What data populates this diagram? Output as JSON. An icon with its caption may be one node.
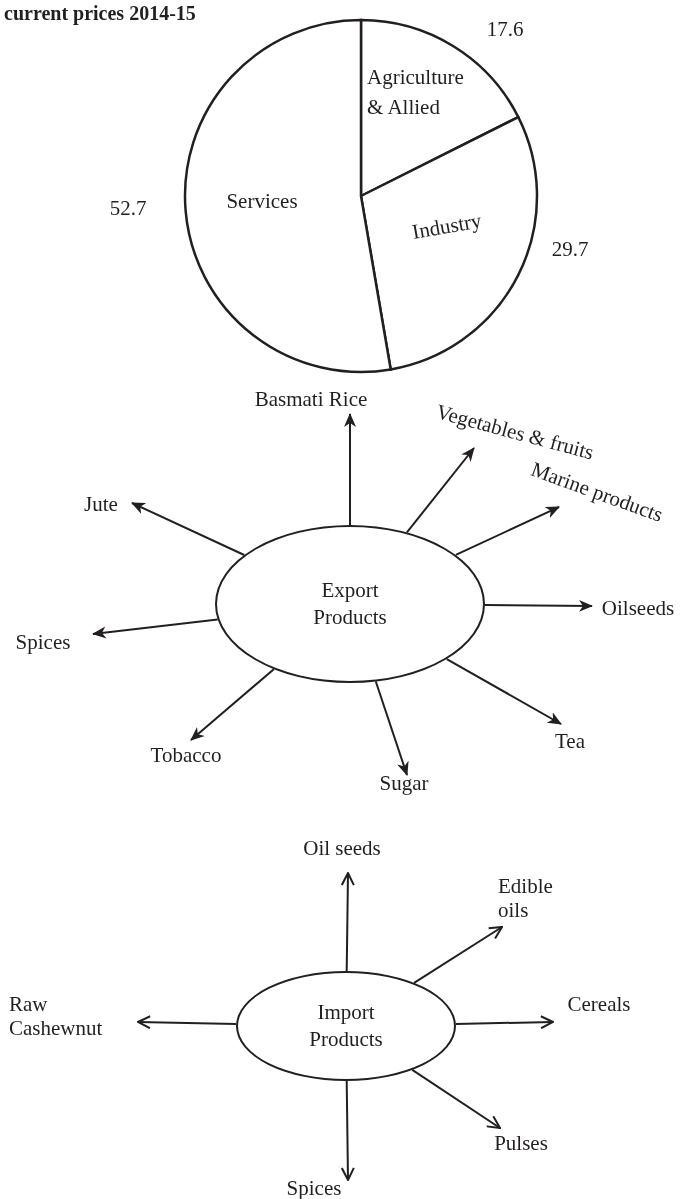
{
  "diagram": {
    "title": "current prices 2014-15",
    "nodes": [
      {
        "text": [
          "Export Products"
        ]
      },
      {
        "text": [
          "Basmati Rice"
        ]
      },
      {
        "text": [
          "Vegetables & fruits"
        ]
      },
      {
        "text": [
          "Marine products"
        ]
      },
      {
        "text": [
          "Oilseeds"
        ]
      },
      {
        "text": [
          "Tea"
        ]
      },
      {
        "text": [
          "Sugar"
        ]
      },
      {
        "text": [
          "Tobacco"
        ]
      },
      {
        "text": [
          "Spices"
        ]
      },
      {
        "text": [
          "Jute"
        ]
      },
      {
        "text": [
          "Import Products"
        ]
      },
      {
        "text": [
          "Oil seeds"
        ]
      },
      {
        "text": [
          "Edible oils"
        ]
      },
      {
        "text": [
          "Cereals"
        ]
      },
      {
        "text": [
          "Pulses"
        ]
      },
      {
        "text": [
          "Spices"
        ]
      },
      {
        "text": [
          "Raw Cashewnut"
        ]
      }
    ],
    "edges": [
      {
        "from": 0,
        "to": 1,
        "arrow": "to"
      },
      {
        "from": 0,
        "to": 2,
        "arrow": "to"
      },
      {
        "from": 0,
        "to": 3,
        "arrow": "to"
      },
      {
        "from": 0,
        "to": 4,
        "arrow": "to"
      },
      {
        "from": 0,
        "to": 5,
        "arrow": "to"
      },
      {
        "from": 0,
        "to": 6,
        "arrow": "to"
      },
      {
        "from": 0,
        "to": 7,
        "arrow": "to"
      },
      {
        "from": 0,
        "to": 8,
        "arrow": "to"
      },
      {
        "from": 0,
        "to": 9,
        "arrow": "to"
      },
      {
        "from": 10,
        "to": 11,
        "arrow": "to"
      },
      {
        "from": 10,
        "to": 12,
        "arrow": "to"
      },
      {
        "from": 10,
        "to": 13,
        "arrow": "to"
      },
      {
        "from": 10,
        "to": 14,
        "arrow": "to"
      },
      {
        "from": 10,
        "to": 15,
        "arrow": "to"
      },
      {
        "from": 10,
        "to": 16,
        "arrow": "to"
      }
    ],
    "chart_data": {
      "type": "pie",
      "categories": [
        "Agriculture & Allied",
        "Industry",
        "Services"
      ],
      "values": [
        17.6,
        29.7,
        52.7
      ],
      "data_labels": true
    }
  }
}
